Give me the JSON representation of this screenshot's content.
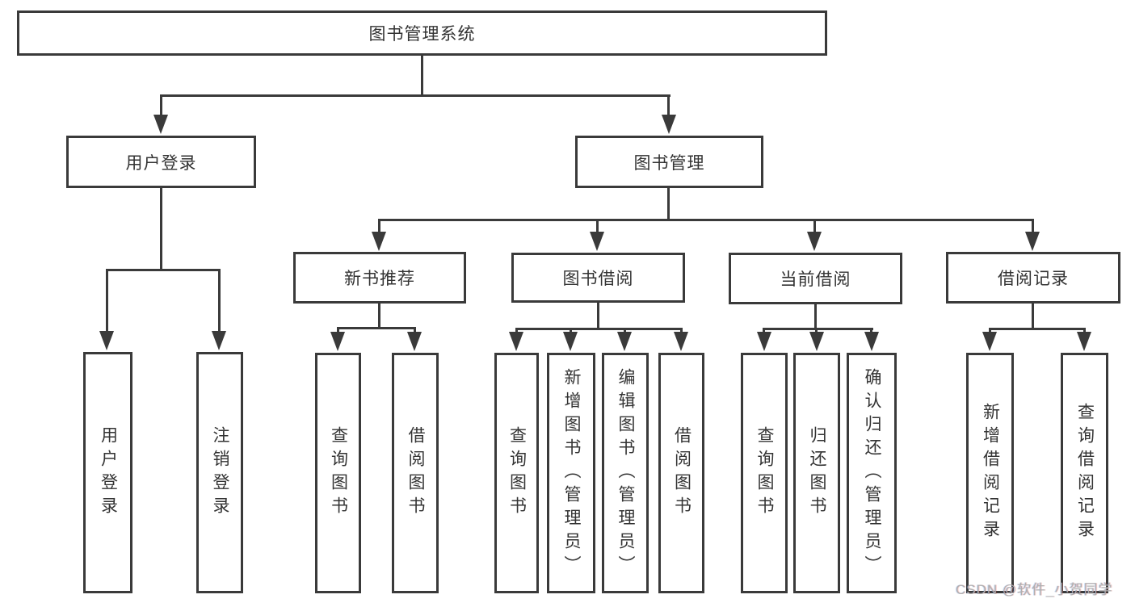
{
  "diagram": {
    "title": "图书管理系统",
    "type": "hierarchy-tree",
    "colors": {
      "line": "#3a3a3a",
      "text": "#333333",
      "background": "#ffffff",
      "watermark": "#b0b0b0"
    },
    "tree": {
      "label": "图书管理系统",
      "children": [
        {
          "label": "用户登录",
          "children": [
            {
              "label": "用户登录"
            },
            {
              "label": "注销登录"
            }
          ]
        },
        {
          "label": "图书管理",
          "children": [
            {
              "label": "新书推荐",
              "children": [
                {
                  "label": "查询图书"
                },
                {
                  "label": "借阅图书"
                }
              ]
            },
            {
              "label": "图书借阅",
              "children": [
                {
                  "label": "查询图书"
                },
                {
                  "label": "新增图书（管理员）"
                },
                {
                  "label": "编辑图书（管理员）"
                },
                {
                  "label": "借阅图书"
                }
              ]
            },
            {
              "label": "当前借阅",
              "children": [
                {
                  "label": "查询图书"
                },
                {
                  "label": "归还图书"
                },
                {
                  "label": "确认归还（管理员）"
                }
              ]
            },
            {
              "label": "借阅记录",
              "children": [
                {
                  "label": "新增借阅记录"
                },
                {
                  "label": "查询借阅记录"
                }
              ]
            }
          ]
        }
      ]
    },
    "watermark": {
      "text": "CSDN @软件_小贺同学"
    }
  }
}
